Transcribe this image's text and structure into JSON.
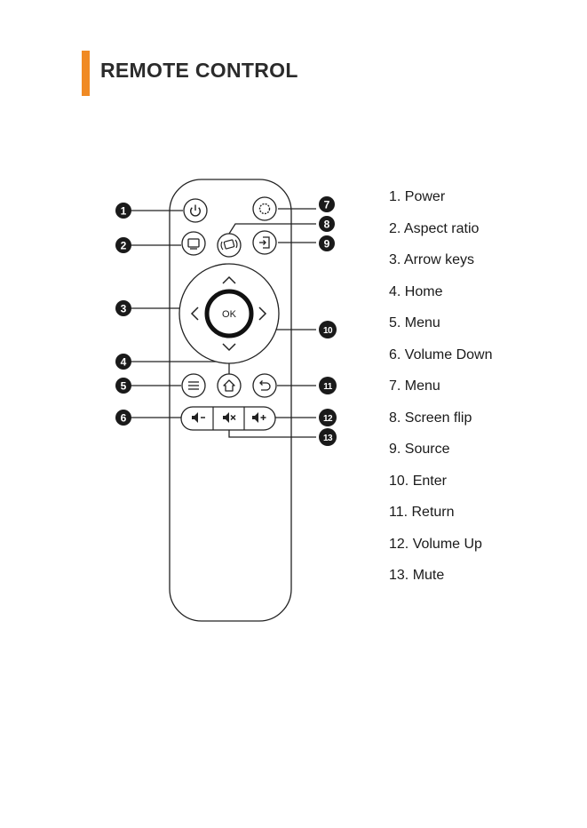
{
  "page": {
    "title": "REMOTE CONTROL",
    "accent_color": "#f08a24"
  },
  "remote": {
    "ok_label": "OK",
    "callouts": [
      "1",
      "2",
      "3",
      "4",
      "5",
      "6",
      "7",
      "8",
      "9",
      "10",
      "11",
      "12",
      "13"
    ],
    "icons": {
      "1": "power-icon",
      "2": "aspect-ratio-icon",
      "3": "arrow-keys",
      "4": "home-icon",
      "5": "menu-icon",
      "6": "volume-down-icon",
      "7": "settings-icon",
      "8": "screen-flip-icon",
      "9": "source-icon",
      "10": "ok-enter-button",
      "11": "return-icon",
      "12": "volume-up-icon",
      "13": "mute-icon"
    }
  },
  "legend": [
    "1. Power",
    "2. Aspect ratio",
    "3. Arrow keys",
    "4. Home",
    "5. Menu",
    "6. Volume Down",
    "7. Menu",
    "8. Screen flip",
    "9. Source",
    "10. Enter",
    "11. Return",
    "12. Volume Up",
    "13. Mute"
  ]
}
